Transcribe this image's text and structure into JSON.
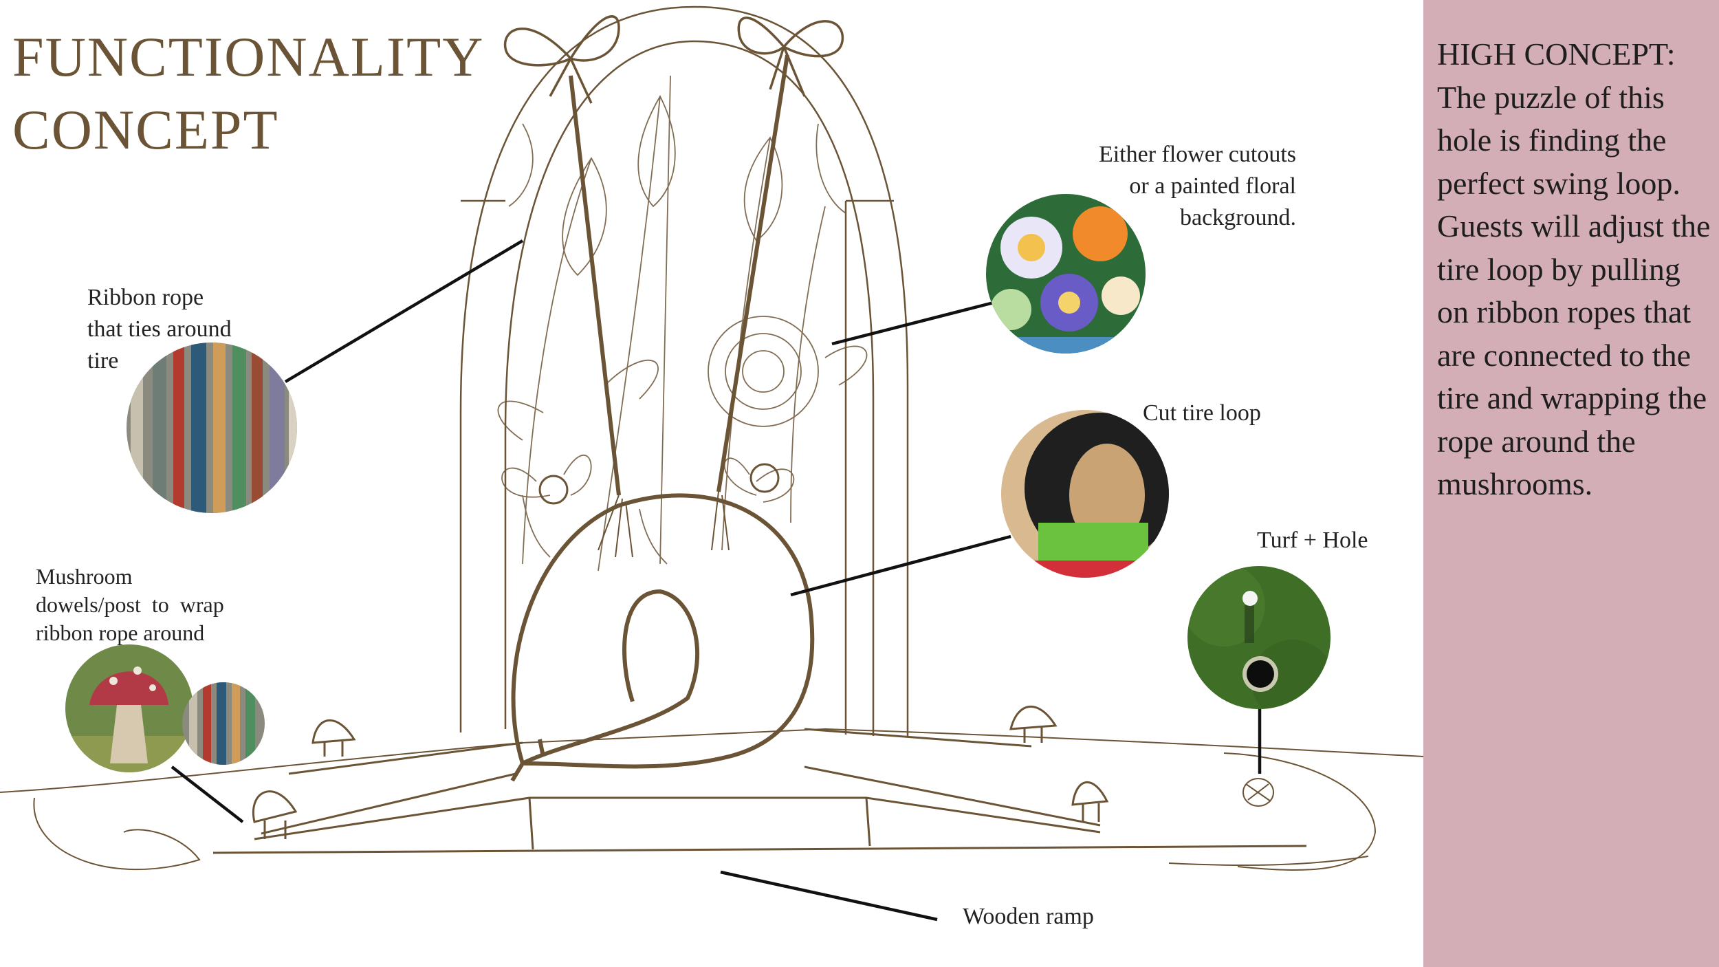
{
  "title": {
    "line1": "FUNCTIONALITY",
    "line2": "CONCEPT"
  },
  "labels": {
    "ribbon_rope": [
      "Ribbon rope",
      "that ties around",
      "tire"
    ],
    "flower": [
      "Either flower cutouts",
      "or a painted floral",
      "background."
    ],
    "cut_tire": "Cut tire loop",
    "turf_hole": "Turf + Hole",
    "mushroom": [
      "Mushroom",
      "dowels/post  to  wrap",
      "ribbon rope around"
    ],
    "wooden_ramp": "Wooden ramp"
  },
  "high_concept": {
    "heading": "HIGH CONCEPT:",
    "body": "The puzzle of this hole is finding the perfect swing loop. Guests will adjust the tire loop by pulling on ribbon ropes that are connected to the tire and wrapping the rope around the mushrooms."
  },
  "colors": {
    "sketch": "#6b5436",
    "panel": "#d4aeb7",
    "pointer": "#111111"
  }
}
